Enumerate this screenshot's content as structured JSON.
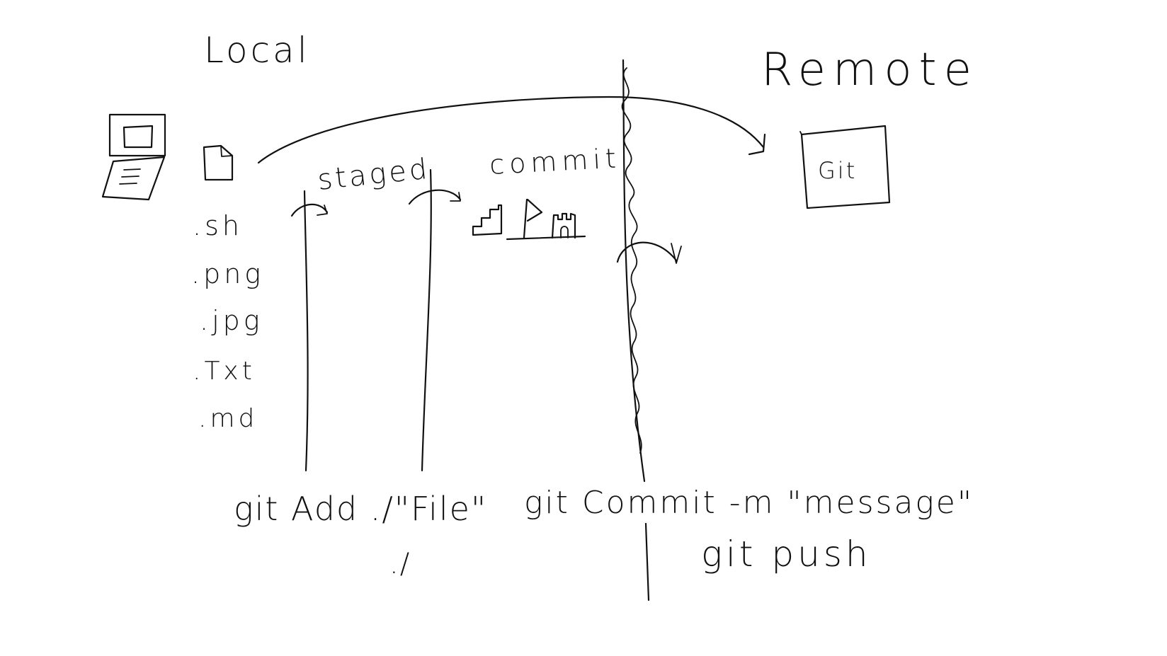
{
  "sections": {
    "local_title": "Local",
    "remote_title": "Remote"
  },
  "stages": {
    "staged_label": "staged",
    "commit_label": "commit"
  },
  "file_types": [
    ".sh",
    ".png",
    ".jpg",
    ".Txt",
    ".md"
  ],
  "remote_repo": {
    "label": "Git"
  },
  "commands": {
    "add": "git Add ./\"File\"",
    "add_all": "./",
    "commit": "git Commit -m \"message\"",
    "push": "git push"
  }
}
